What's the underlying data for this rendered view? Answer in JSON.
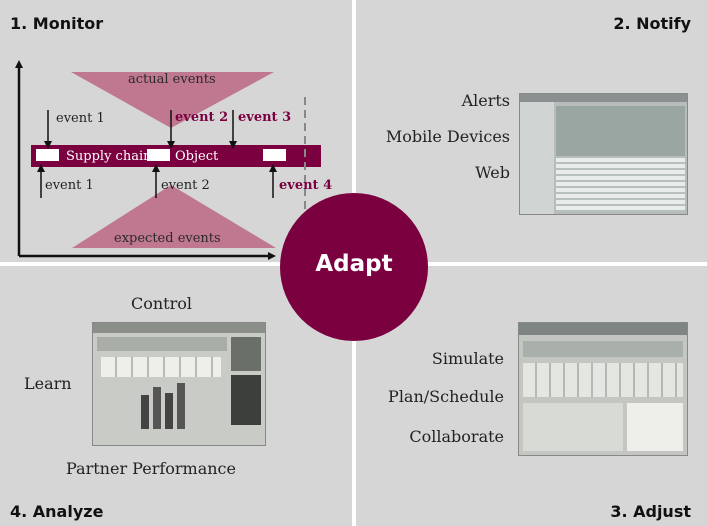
{
  "hub": {
    "label": "Adapt"
  },
  "quadrants": {
    "monitor": {
      "title": "1. Monitor",
      "actual_events": "actual events",
      "expected_events": "expected events",
      "bar_labels": {
        "supply_chain": "Supply chain",
        "object": "Object"
      },
      "top_events": [
        "event 1",
        "event 2",
        "event 3"
      ],
      "bottom_events": [
        "event 1",
        "event 2",
        "event 4"
      ]
    },
    "notify": {
      "title": "2. Notify",
      "items": [
        "Alerts",
        "Mobile Devices",
        "Web"
      ]
    },
    "adjust": {
      "title": "3. Adjust",
      "items": [
        "Simulate",
        "Plan/Schedule",
        "Collaborate"
      ]
    },
    "analyze": {
      "title": "4. Analyze",
      "top_label": "Control",
      "left_label": "Learn",
      "bottom_label": "Partner Performance"
    }
  },
  "colors": {
    "accent": "#7a0040",
    "triangle": "#c07890",
    "panel": "#d6d6d6",
    "highlight_text": "#7a0040"
  }
}
